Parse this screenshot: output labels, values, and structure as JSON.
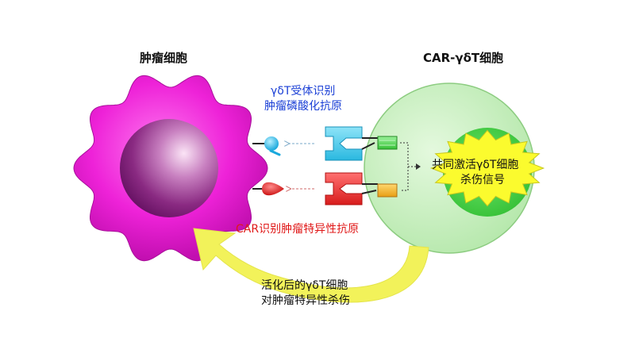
{
  "labels": {
    "tumor_cell": "肿瘤细胞",
    "car_cell": "CAR-γδT细胞",
    "gdt_receptor_line1": "γδT受体识别",
    "gdt_receptor_line2": "肿瘤磷酸化抗原",
    "car_recognition": "CAR识别肿瘤特异性抗原",
    "costim_line1": "共同激活γδT细胞",
    "costim_line2": "杀伤信号",
    "killing_line1": "活化后的γδT细胞",
    "killing_line2": "对肿瘤特异性杀伤"
  },
  "colors": {
    "tumor": "#e81ad6",
    "tumor_nucleus": "#9a2a8e",
    "car_cell": "#c8f0c0",
    "car_nucleus": "#4bd04b",
    "gdt_receptor": "#5ad0ec",
    "car_receptor": "#ee3434",
    "signal_star": "#fafa30",
    "kill_arrow": "#f0f060",
    "phosphoantigen": "#30b8e8",
    "tumor_antigen": "#dd2222",
    "costim_green": "#44cc44",
    "costim_orange": "#f0b020"
  }
}
